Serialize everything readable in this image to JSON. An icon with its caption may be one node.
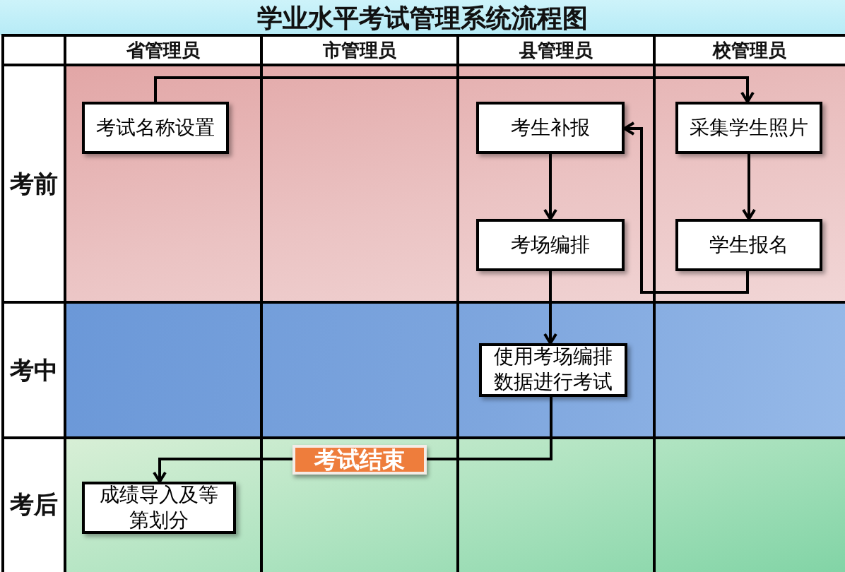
{
  "diagram": {
    "title": "学业水平考试管理系统流程图",
    "nodes": [
      {
        "text": [
          "考试名称设置"
        ]
      },
      {
        "text": [
          "考生补报"
        ]
      },
      {
        "text": [
          "采集学生照片"
        ]
      },
      {
        "text": [
          "考场编排"
        ]
      },
      {
        "text": [
          "学生报名"
        ]
      },
      {
        "text": [
          "使用考场编排数据进行考试"
        ]
      },
      {
        "text": [
          "考试结束"
        ]
      },
      {
        "text": [
          "成绩导入及等第划分"
        ]
      }
    ],
    "edges": [
      {
        "from": 0,
        "to": 2,
        "arrow": "to"
      },
      {
        "from": 2,
        "to": 4,
        "arrow": "to"
      },
      {
        "from": 4,
        "to": 1,
        "arrow": "to"
      },
      {
        "from": 1,
        "to": 3,
        "arrow": "to"
      },
      {
        "from": 3,
        "to": 5,
        "arrow": "to"
      },
      {
        "from": 5,
        "to": 6,
        "arrow": "none"
      },
      {
        "from": 6,
        "to": 7,
        "arrow": "to"
      }
    ],
    "labels": [
      "省管理员",
      "市管理员",
      "县管理员",
      "校管理员",
      "考前",
      "考中",
      "考后"
    ]
  }
}
